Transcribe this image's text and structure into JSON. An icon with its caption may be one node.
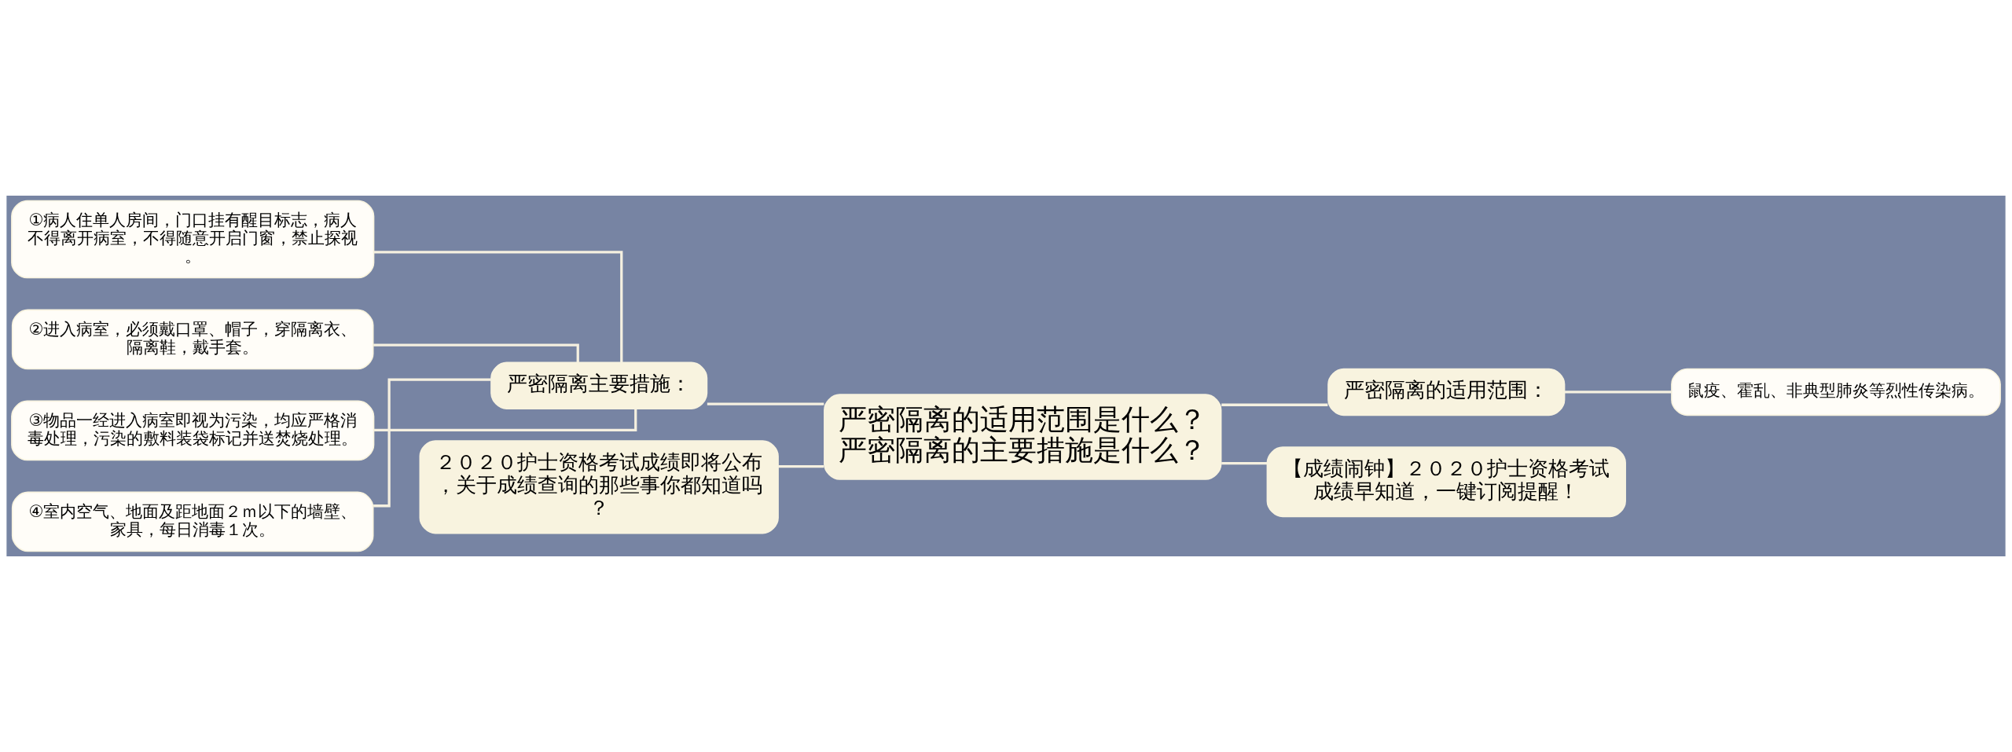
{
  "diagram": {
    "nodes": [
      {
        "text": [
          "严密隔离的适用范围是什么？严密隔离的主要措施是什么？"
        ]
      },
      {
        "text": [
          "严密隔离主要措施："
        ]
      },
      {
        "text": [
          "①病人住单人房间，门口挂有醒目标志，病人不得离开病室，不得随意开启门窗，禁止探视。"
        ]
      },
      {
        "text": [
          "②进入病室，必须戴口罩、帽子，穿隔离衣、隔离鞋，戴手套。"
        ]
      },
      {
        "text": [
          "③物品一经进入病室即视为污染，均应严格消毒处理，污染的敷料装袋标记并送焚烧处理。"
        ]
      },
      {
        "text": [
          "④室内空气、地面及距地面２ｍ以下的墙壁、家具，每日消毒１次。"
        ]
      },
      {
        "text": [
          "２０２０护士资格考试成绩即将公布，关于成绩查询的那些事你都知道吗？"
        ]
      },
      {
        "text": [
          "严密隔离的适用范围："
        ]
      },
      {
        "text": [
          "鼠疫、霍乱、非典型肺炎等烈性传染病。"
        ]
      },
      {
        "text": [
          "【成绩闹钟】２０２０护士资格考试成绩早知道，一键订阅提醒！"
        ]
      }
    ],
    "edges": [
      {
        "from": 0,
        "to": 1,
        "arrow": "none"
      },
      {
        "from": 1,
        "to": 2,
        "arrow": "none"
      },
      {
        "from": 1,
        "to": 3,
        "arrow": "none"
      },
      {
        "from": 1,
        "to": 4,
        "arrow": "none"
      },
      {
        "from": 1,
        "to": 5,
        "arrow": "none"
      },
      {
        "from": 0,
        "to": 6,
        "arrow": "none"
      },
      {
        "from": 0,
        "to": 7,
        "arrow": "none"
      },
      {
        "from": 7,
        "to": 8,
        "arrow": "none"
      },
      {
        "from": 0,
        "to": 9,
        "arrow": "none"
      }
    ]
  }
}
